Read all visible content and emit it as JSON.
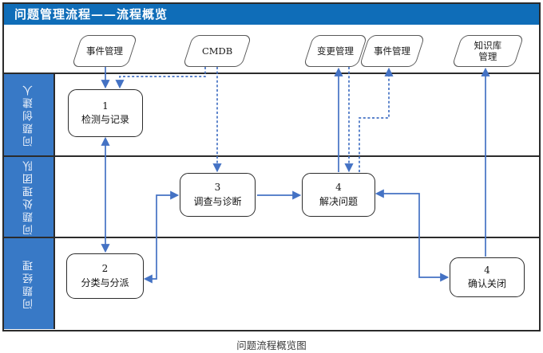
{
  "title": "问题管理流程——流程概览",
  "caption": "问题流程概览图",
  "inputs": [
    {
      "label": "事件管理"
    },
    {
      "label": "CMDB"
    },
    {
      "label": "变更管理"
    },
    {
      "label": "事件管理"
    },
    {
      "label": "知识库管理"
    }
  ],
  "lanes": [
    {
      "label": "问题创建人"
    },
    {
      "label": "问题处理团队"
    },
    {
      "label": "问题经理"
    }
  ],
  "nodes": [
    {
      "num": "1",
      "label": "检测与记录"
    },
    {
      "num": "2",
      "label": "分类与分派"
    },
    {
      "num": "3",
      "label": "调查与诊断"
    },
    {
      "num": "4",
      "label": "解决问题"
    },
    {
      "num": "4",
      "label": "确认关闭"
    }
  ],
  "colors": {
    "title_bar": "#0F6DB8",
    "lane_label_bg": "#3879C6",
    "connector": "#4472C4",
    "box_border": "#2B2B2B",
    "shape_border": "#595959"
  }
}
